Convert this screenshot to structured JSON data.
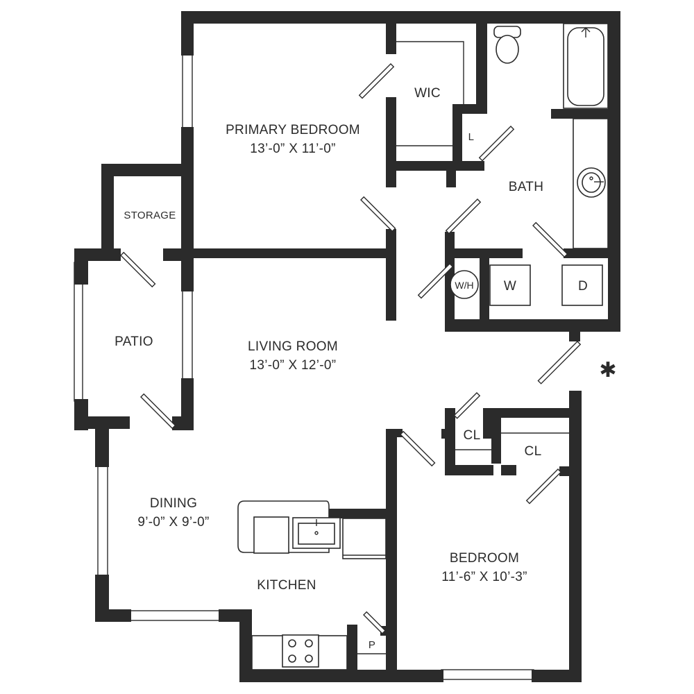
{
  "rooms": {
    "primary_bedroom": {
      "name": "PRIMARY BEDROOM",
      "size": "13’-0” X 11’-0”"
    },
    "wic": {
      "name": "WIC"
    },
    "linen": {
      "name": "L"
    },
    "bath": {
      "name": "BATH"
    },
    "storage": {
      "name": "STORAGE"
    },
    "patio": {
      "name": "PATIO"
    },
    "living_room": {
      "name": "LIVING ROOM",
      "size": "13’-0” X 12’-0”"
    },
    "water_heater": {
      "name": "W/H"
    },
    "washer": {
      "name": "W"
    },
    "dryer": {
      "name": "D"
    },
    "closet_1": {
      "name": "CL"
    },
    "closet_2": {
      "name": "CL"
    },
    "dining": {
      "name": "DINING",
      "size": "9’-0” X 9’-0”"
    },
    "kitchen": {
      "name": "KITCHEN"
    },
    "bedroom": {
      "name": "BEDROOM",
      "size": "11’-6” X 10’-3”"
    },
    "pantry": {
      "name": "P"
    }
  },
  "entry_marker": "✱",
  "colors": {
    "wall": "#2b2b2b",
    "background": "#ffffff"
  }
}
